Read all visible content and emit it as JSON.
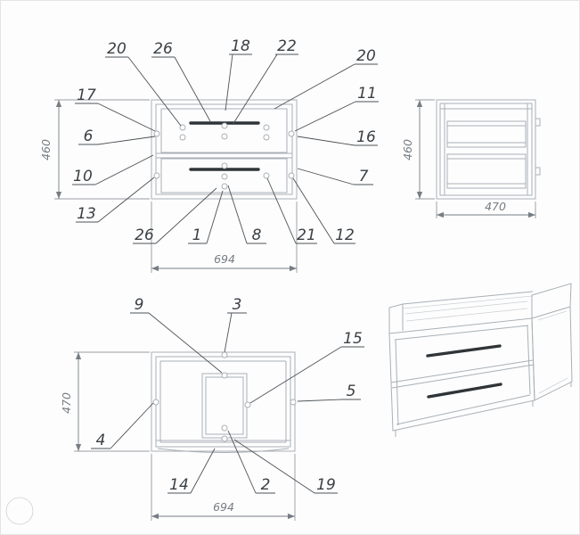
{
  "drawing": {
    "colors": {
      "background": "#fdfdfd",
      "line": "#a9b0b6",
      "leader": "#4d5257",
      "handle": "#2f3438",
      "text": "#3b4045",
      "dim": "#777d83"
    },
    "views": {
      "front": {
        "dims": {
          "height": "460",
          "width": "694"
        },
        "callouts": {
          "c20a": "20",
          "c26a": "26",
          "c18": "18",
          "c22": "22",
          "c20b": "20",
          "c17": "17",
          "c11": "11",
          "c6": "6",
          "c16": "16",
          "c10": "10",
          "c7": "7",
          "c13": "13",
          "c26b": "26",
          "c1": "1",
          "c8": "8",
          "c21": "21",
          "c12": "12"
        }
      },
      "side": {
        "dims": {
          "height": "460",
          "depth": "470"
        }
      },
      "top": {
        "dims": {
          "depth": "470",
          "width": "694"
        },
        "callouts": {
          "c9": "9",
          "c3": "3",
          "c15": "15",
          "c5": "5",
          "c4": "4",
          "c14": "14",
          "c2": "2",
          "c19": "19"
        }
      }
    }
  }
}
